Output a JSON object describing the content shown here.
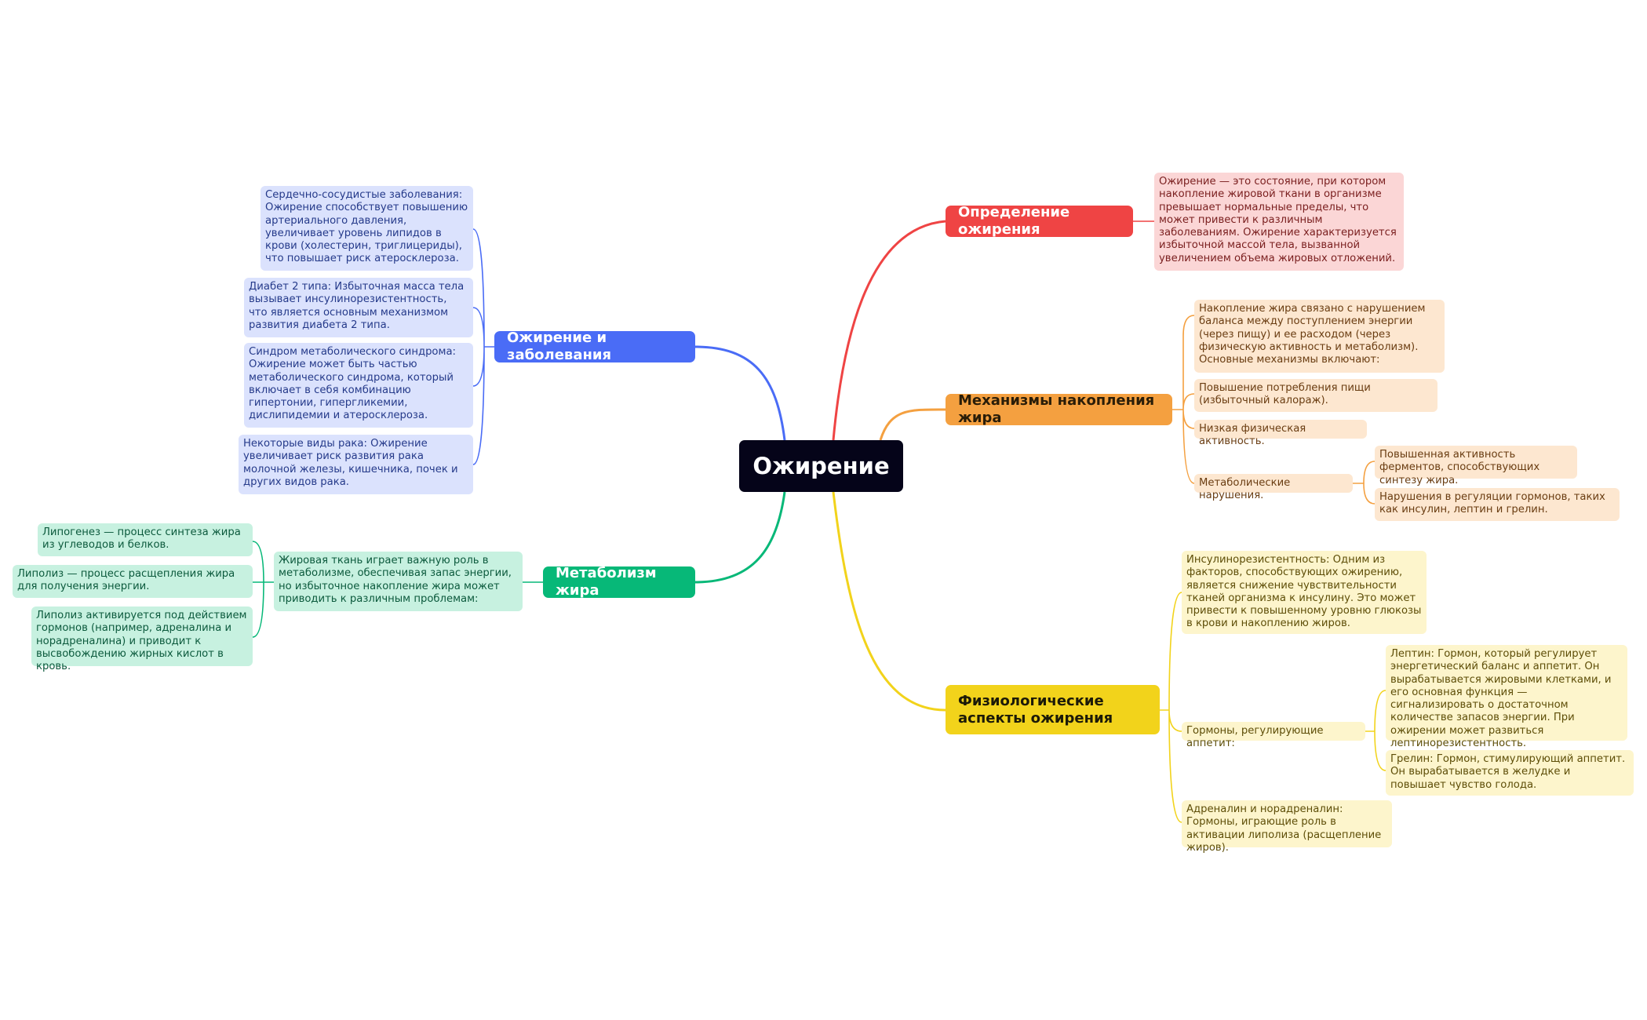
{
  "colors": {
    "root": "#050419",
    "definition": "#ef4444",
    "mechanisms": "#f4a040",
    "physiology": "#f2d31b",
    "metabolism": "#07b878",
    "diseases": "#4a6cf6"
  },
  "root": {
    "label": "Ожирение"
  },
  "definition": {
    "label": "Определение ожирения",
    "text": "Ожирение — это состояние, при котором накопление жировой ткани в организме превышает нормальные пределы, что может привести к различным заболеваниям. Ожирение характеризуется избыточной массой тела, вызванной увеличением объема жировых отложений."
  },
  "mechanisms": {
    "label": "Механизмы накопления жира",
    "intro": "Накопление жира связано с нарушением баланса между поступлением энергии (через пищу) и ее расходом (через физическую активность и метаболизм). Основные механизмы включают:",
    "overeating": "Повышение потребления пищи (избыточный калораж).",
    "low_activity": "Низкая физическая активность.",
    "metabolic": "Метаболические нарушения.",
    "enzymes": "Повышенная активность ферментов, способствующих синтезу жира.",
    "hormones": "Нарушения в регуляции гормонов, таких как инсулин, лептин и грелин."
  },
  "physiology": {
    "label": "Физиологические аспекты ожирения",
    "insulin": "Инсулинорезистентность: Одним из факторов, способствующих ожирению, является снижение чувствительности тканей организма к инсулину. Это может привести к повышенному уровню глюкозы в крови и накоплению жиров.",
    "appetite_hormones": "Гормоны, регулирующие аппетит:",
    "leptin": "Лептин: Гормон, который регулирует энергетический баланс и аппетит. Он вырабатывается жировыми клетками, и его основная функция — сигнализировать о достаточном количестве запасов энергии. При ожирении может развиться лептинорезистентность.",
    "ghrelin": "Грелин: Гормон, стимулирующий аппетит. Он вырабатывается в желудке и повышает чувство голода.",
    "adrenaline": "Адреналин и норадреналин: Гормоны, играющие роль в активации липолиза (расщепление жиров)."
  },
  "metabolism": {
    "label": "Метаболизм жира",
    "role": "Жировая ткань играет важную роль в метаболизме, обеспечивая запас энергии, но избыточное накопление жира может приводить к различным проблемам:",
    "lipogenesis": "Липогенез — процесс синтеза жира из углеводов и белков.",
    "lipolysis": "Липолиз — процесс расщепления жира для получения энергии.",
    "lipolysis_activation": "Липолиз активируется под действием гормонов (например, адреналина и норадреналина) и приводит к высвобождению жирных кислот в кровь."
  },
  "diseases": {
    "label": "Ожирение и заболевания",
    "cardio": "Сердечно-сосудистые заболевания: Ожирение способствует повышению артериального давления, увеличивает уровень липидов в крови (холестерин, триглицериды), что повышает риск атеросклероза.",
    "diabetes": "Диабет 2 типа: Избыточная масса тела вызывает инсулинорезистентность, что является основным механизмом развития диабета 2 типа.",
    "metabolic_syndrome": "Синдром метаболического синдрома: Ожирение может быть частью метаболического синдрома, который включает в себя комбинацию гипертонии, гипергликемии, дислипидемии и атеросклероза.",
    "cancer": "Некоторые виды рака: Ожирение увеличивает риск развития рака молочной железы, кишечника, почек и других видов рака."
  }
}
